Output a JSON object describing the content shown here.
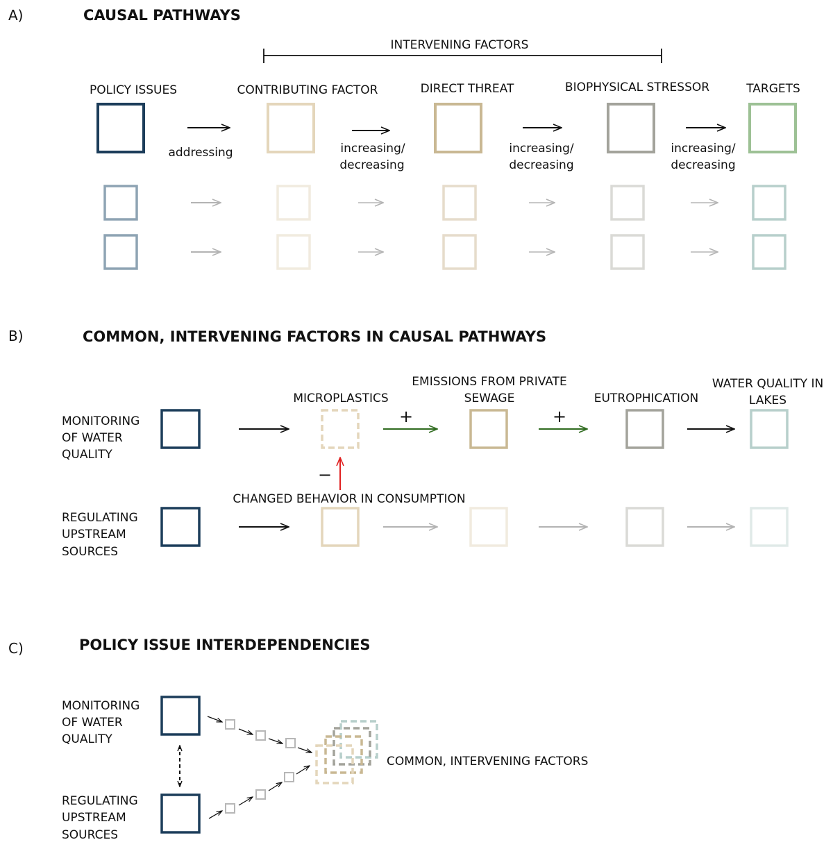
{
  "colors": {
    "policy": "#1c3d5a",
    "policy_light": "#8ea3b3",
    "contributing": "#e4d6bb",
    "contributing_light": "#f1ebdf",
    "threat": "#c9b893",
    "threat_light": "#e6dccb",
    "stressor": "#a3a39b",
    "stressor_light": "#dadad6",
    "target": "#9dc195",
    "target_teal": "#b7cfcb",
    "target_faint": "#e0eae8",
    "arrow": "#111111",
    "arrow_light": "#b3b3b3",
    "positive": "#2f6b1f",
    "negative": "#e02020",
    "small_box": "#b7b7b7"
  },
  "sectionA": {
    "label": "A)",
    "title": "CAUSAL PATHWAYS",
    "intervening": "INTERVENING FACTORS",
    "columns": [
      "POLICY ISSUES",
      "CONTRIBUTING FACTOR",
      "DIRECT THREAT",
      "BIOPHYSICAL STRESSOR",
      "TARGETS"
    ],
    "arrow_labels": [
      "addressing",
      "increasing/",
      "decreasing"
    ]
  },
  "sectionB": {
    "label": "B)",
    "title": "COMMON, INTERVENING FACTORS IN CAUSAL PATHWAYS",
    "row1": [
      "MONITORING",
      "OF WATER",
      "QUALITY"
    ],
    "row2": [
      "REGULATING",
      "UPSTREAM",
      "SOURCES"
    ],
    "microplastics": "MICROPLASTICS",
    "emissions": [
      "EMISSIONS FROM PRIVATE",
      "SEWAGE"
    ],
    "eutrophication": "EUTROPHICATION",
    "water_quality": [
      "WATER QUALITY IN",
      "LAKES"
    ],
    "plus": "+",
    "minus": "−",
    "changed_behavior": "CHANGED BEHAVIOR IN CONSUMPTION"
  },
  "sectionC": {
    "label": "C)",
    "title": "POLICY ISSUE INTERDEPENDENCIES",
    "row1": [
      "MONITORING",
      "OF WATER",
      "QUALITY"
    ],
    "row2": [
      "REGULATING",
      "UPSTREAM",
      "SOURCES"
    ],
    "common": "COMMON, INTERVENING FACTORS"
  }
}
